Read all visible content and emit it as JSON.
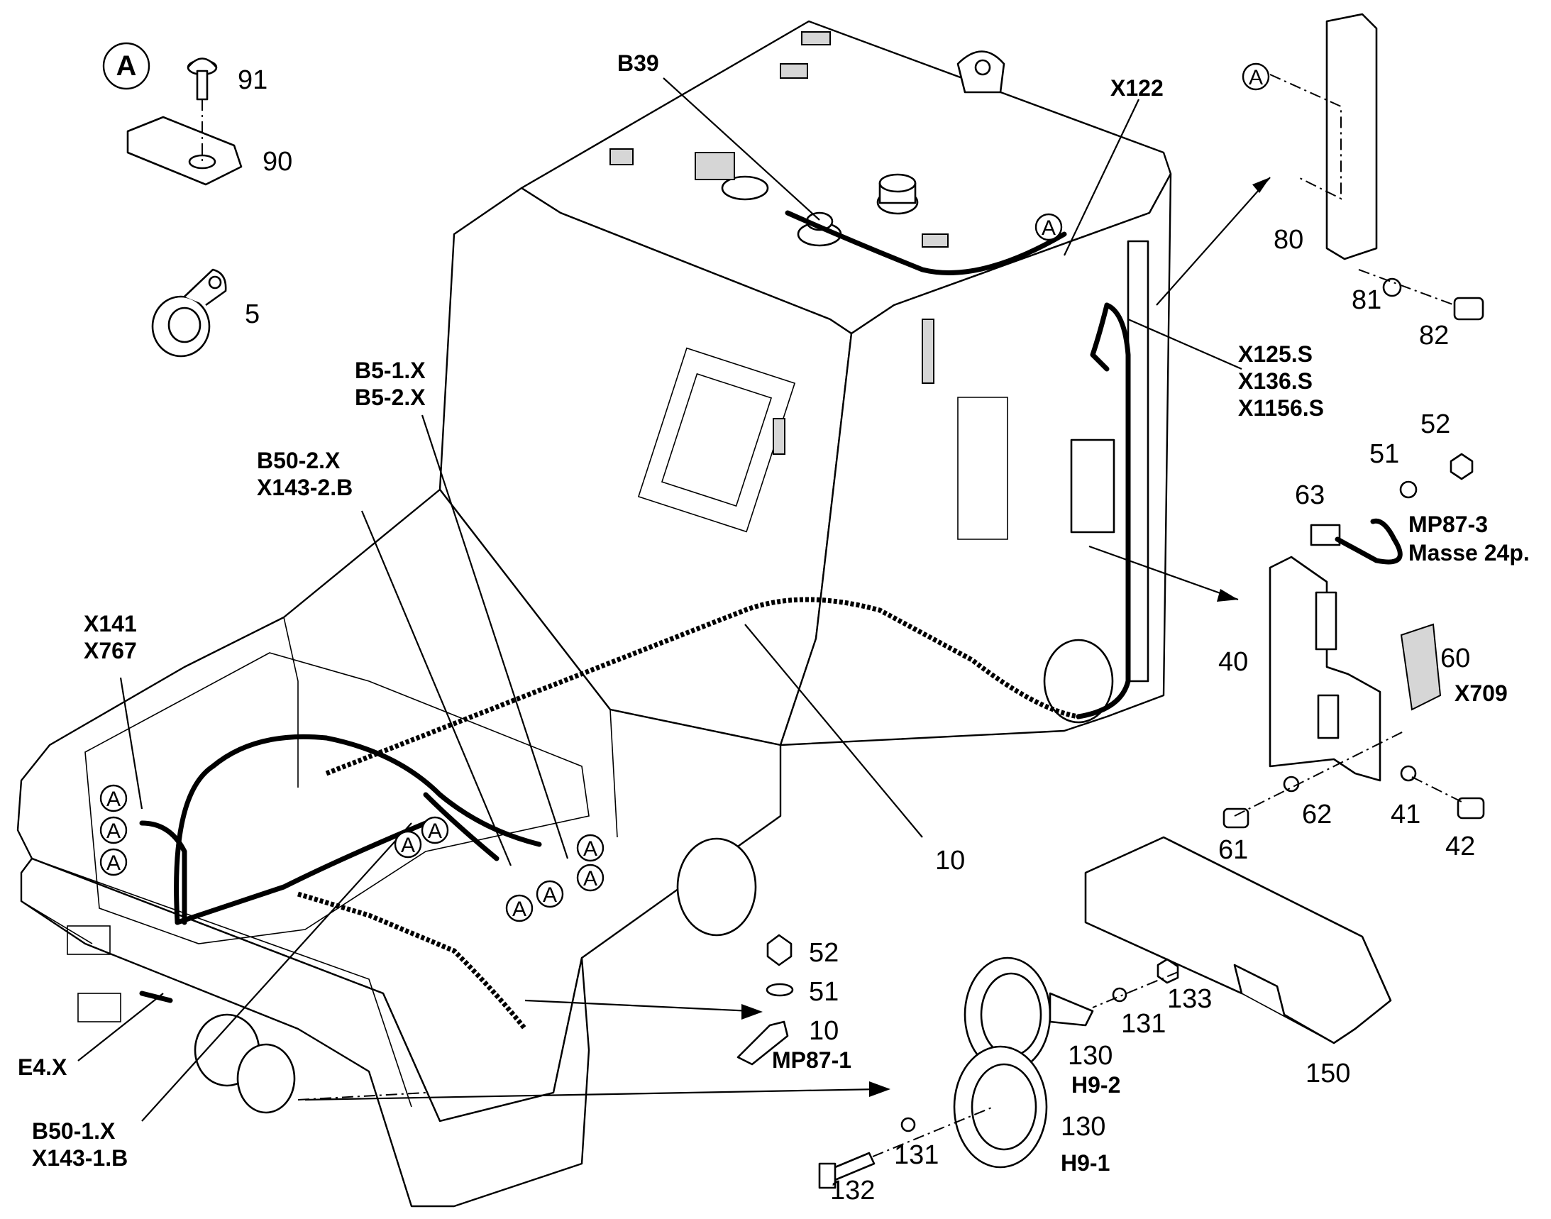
{
  "ref_marker": "A",
  "item_numbers": {
    "n91": "91",
    "n90": "90",
    "n5": "5",
    "n80": "80",
    "n81": "81",
    "n82": "82",
    "n52a": "52",
    "n51a": "51",
    "n63": "63",
    "n40": "40",
    "n60": "60",
    "n62": "62",
    "n41": "41",
    "n61": "61",
    "n42": "42",
    "n10a": "10",
    "n52b": "52",
    "n51b": "51",
    "n10b": "10",
    "n133": "133",
    "n131a": "131",
    "n130a": "130",
    "n130b": "130",
    "n131b": "131",
    "n132": "132",
    "n150": "150"
  },
  "designators": {
    "b39": "B39",
    "x122": "X122",
    "x125s": "X125.S",
    "x136s": "X136.S",
    "x1156s": "X1156.S",
    "b5_1x": "B5-1.X",
    "b5_2x": "B5-2.X",
    "b50_2x": "B50-2.X",
    "x143_2b": "X143-2.B",
    "x141": "X141",
    "x767": "X767",
    "mp87_3": "MP87-3",
    "masse": "Masse 24p.",
    "x709": "X709",
    "e4x": "E4.X",
    "b50_1x": "B50-1.X",
    "x143_1b": "X143-1.B",
    "mp87_1": "MP87-1",
    "h9_2": "H9-2",
    "h9_1": "H9-1"
  }
}
